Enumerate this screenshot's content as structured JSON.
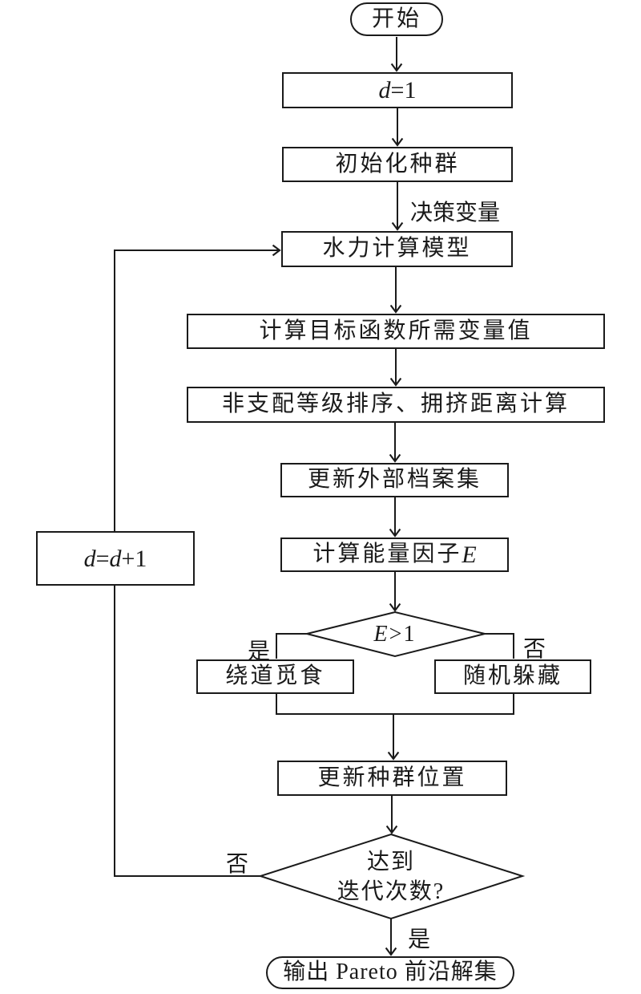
{
  "nodes": {
    "start": "开始",
    "d1": {
      "it": "d",
      "rest": "=1"
    },
    "init": "初始化种群",
    "hydraulic": "水力计算模型",
    "objective": "计算目标函数所需变量值",
    "sort": "非支配等级排序、拥挤距离计算",
    "archive": "更新外部档案集",
    "energy": {
      "text": "计算能量因子",
      "it": "E"
    },
    "foraging": "绕道觅食",
    "hiding": "随机躲藏",
    "update_pos": "更新种群位置",
    "increment": {
      "it1": "d",
      "eq": "=",
      "it2": "d",
      "rest": "+1"
    },
    "output": "输出 Pareto 前沿解集"
  },
  "decisions": {
    "energy_check": {
      "it": "E",
      "rest": ">1"
    },
    "iteration_check": {
      "line1": "达到",
      "line2": "迭代次数?"
    }
  },
  "edge_labels": {
    "decision_vars": "决策变量",
    "yes_energy": "是",
    "no_energy": "否",
    "no_iteration": "否",
    "yes_iteration": "是"
  },
  "colors": {
    "stroke": "#1a1a1a",
    "fill": "#ffffff"
  }
}
